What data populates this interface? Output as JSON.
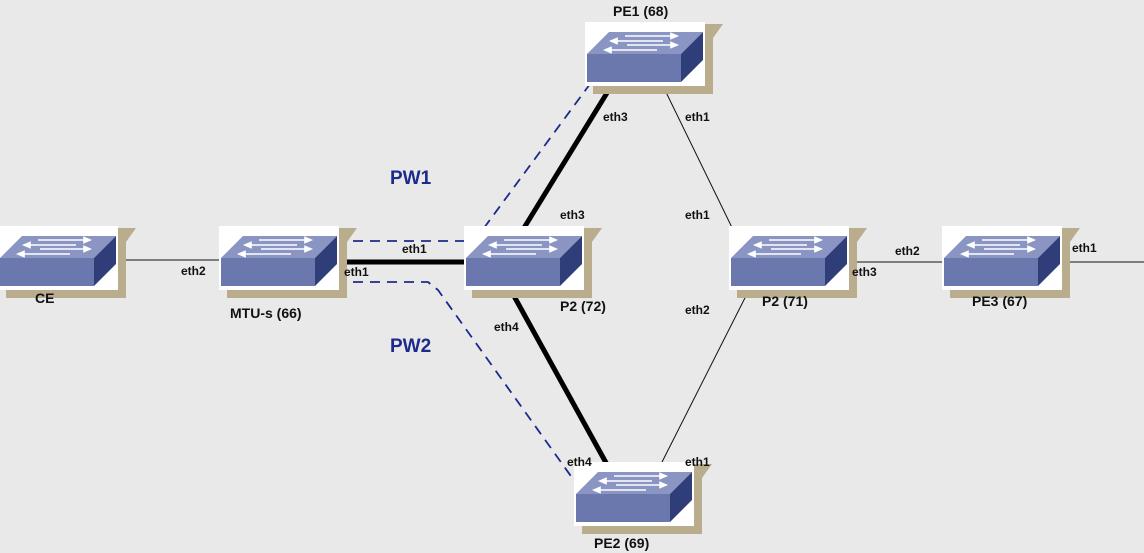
{
  "nodes": {
    "ce": {
      "label": "CE"
    },
    "mtu": {
      "label": "MTU-s (66)"
    },
    "p2_72": {
      "label": "P2 (72)"
    },
    "pe1": {
      "label": "PE1 (68)"
    },
    "pe2": {
      "label": "PE2 (69)"
    },
    "p2_71": {
      "label": "P2 (71)"
    },
    "pe3": {
      "label": "PE3 (67)"
    }
  },
  "pseudowires": {
    "pw1": "PW1",
    "pw2": "PW2"
  },
  "ports": {
    "ce_mtu_eth2": "eth2",
    "mtu_eth1": "eth1",
    "p2_72_eth1": "eth1",
    "pe1_eth3": "eth3",
    "p2_72_eth3": "eth3",
    "p2_72_eth4": "eth4",
    "pe2_eth4": "eth4",
    "pe1_eth1": "eth1",
    "p2_71_eth1": "eth1",
    "p2_71_eth2": "eth2",
    "pe2_eth1": "eth1",
    "p2_71_eth3": "eth3",
    "pe3_eth2": "eth2",
    "pe3_eth1": "eth1"
  },
  "colors": {
    "background": "#e9e9e9",
    "switch_top": "#8a95c4",
    "switch_front": "#6b78ad",
    "switch_side": "#2f3d78",
    "switch_shadow": "#b9ad8d",
    "pseudowire": "#1c2a8c"
  },
  "icons": {
    "switch": "network-switch-icon"
  }
}
